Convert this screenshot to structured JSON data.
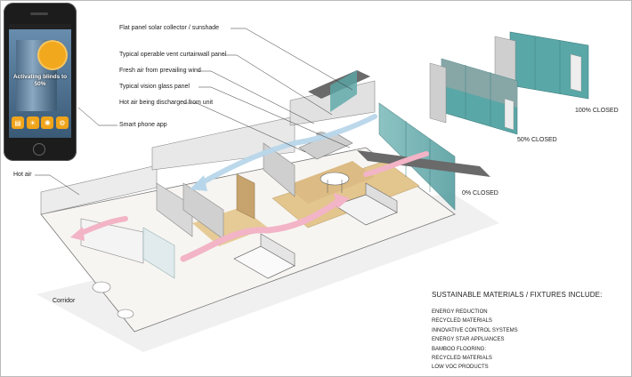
{
  "callouts": {
    "solar": "Flat panel solar collector / sunshade",
    "vent": "Typical operable vent curtainwall panel",
    "fresh_air": "Fresh air from prevailing wind",
    "vision_glass": "Typical vision glass panel",
    "hot_air_unit": "Hot air being discharged from unit",
    "phone_app": "Smart phone app",
    "hot_air": "Hot air",
    "corridor": "Corridor"
  },
  "states": {
    "closed_100": "100% CLOSED",
    "closed_50": "50% CLOSED",
    "closed_0": "0% CLOSED"
  },
  "phone": {
    "status_message": "Activating blinds to 50%",
    "app_icons": [
      "blinds-icon",
      "lamp-icon",
      "fan-icon",
      "settings-icon"
    ]
  },
  "legend": {
    "title": "SUSTAINABLE MATERIALS / FIXTURES INCLUDE:",
    "items": [
      "ENERGY REDUCTION",
      "RECYCLED MATERIALS",
      "INNOVATIVE CONTROL SYSTEMS",
      "ENERGY STAR APPLIANCES",
      "BAMBOO FLOORING:",
      "RECYCLED MATERIALS",
      "LOW VOC PRODUCTS"
    ]
  },
  "colors": {
    "glass": "#5aa7a7",
    "airflow_pink": "#f2b4c6",
    "airflow_blue": "#b8d6ea",
    "floor": "#e3c58e",
    "app_orange": "#f0a41a"
  }
}
